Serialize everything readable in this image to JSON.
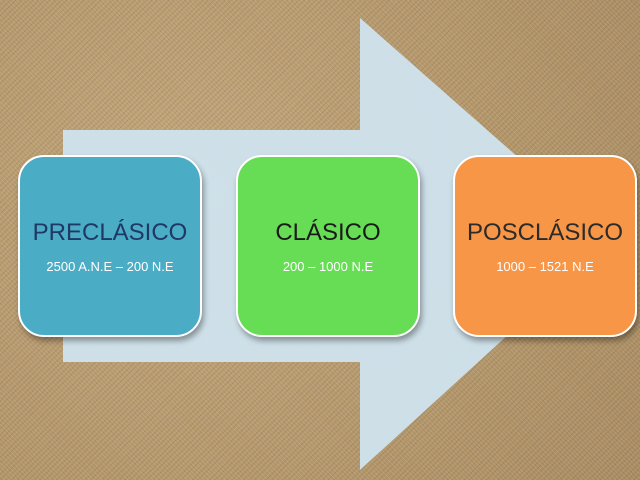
{
  "diagram": {
    "arrow_color": "#cfe3ee",
    "stages": [
      {
        "title": "PRECLÁSICO",
        "dates": "2500 A.N.E – 200 N.E",
        "color": "#4bacc6"
      },
      {
        "title": "CLÁSICO",
        "dates": "200 – 1000 N.E",
        "color": "#66dd55"
      },
      {
        "title": "POSCLÁSICO",
        "dates": "1000 – 1521 N.E",
        "color": "#f79646"
      }
    ]
  }
}
